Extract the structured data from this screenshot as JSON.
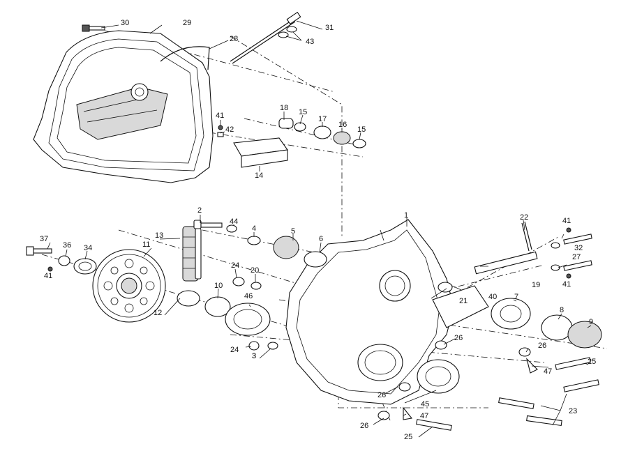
{
  "diagram": {
    "callouts": [
      {
        "id": "c1",
        "text": "1"
      },
      {
        "id": "c2",
        "text": "2"
      },
      {
        "id": "c3a",
        "text": "3"
      },
      {
        "id": "c4",
        "text": "4"
      },
      {
        "id": "c5",
        "text": "5"
      },
      {
        "id": "c6",
        "text": "6"
      },
      {
        "id": "c7",
        "text": "7"
      },
      {
        "id": "c8",
        "text": "8"
      },
      {
        "id": "c9",
        "text": "9"
      },
      {
        "id": "c10",
        "text": "10"
      },
      {
        "id": "c11",
        "text": "11"
      },
      {
        "id": "c12",
        "text": "12"
      },
      {
        "id": "c13",
        "text": "13"
      },
      {
        "id": "c14",
        "text": "14"
      },
      {
        "id": "c15a",
        "text": "15"
      },
      {
        "id": "c15b",
        "text": "15"
      },
      {
        "id": "c16",
        "text": "16"
      },
      {
        "id": "c17",
        "text": "17"
      },
      {
        "id": "c18",
        "text": "18"
      },
      {
        "id": "c19",
        "text": "19"
      },
      {
        "id": "c20",
        "text": "20"
      },
      {
        "id": "c21",
        "text": "21"
      },
      {
        "id": "c22",
        "text": "22"
      },
      {
        "id": "c23",
        "text": "23"
      },
      {
        "id": "c24a",
        "text": "24"
      },
      {
        "id": "c24b",
        "text": "24"
      },
      {
        "id": "c25a",
        "text": "25"
      },
      {
        "id": "c25b",
        "text": "25"
      },
      {
        "id": "c26a",
        "text": "26"
      },
      {
        "id": "c26b",
        "text": "26"
      },
      {
        "id": "c26c",
        "text": "26"
      },
      {
        "id": "c26d",
        "text": "26"
      },
      {
        "id": "c27",
        "text": "27"
      },
      {
        "id": "c28",
        "text": "28"
      },
      {
        "id": "c29",
        "text": "29"
      },
      {
        "id": "c30",
        "text": "30"
      },
      {
        "id": "c31",
        "text": "31"
      },
      {
        "id": "c32",
        "text": "32"
      },
      {
        "id": "c34",
        "text": "34"
      },
      {
        "id": "c36",
        "text": "36"
      },
      {
        "id": "c37",
        "text": "37"
      },
      {
        "id": "c40",
        "text": "40"
      },
      {
        "id": "c41a",
        "text": "41"
      },
      {
        "id": "c41b",
        "text": "41"
      },
      {
        "id": "c41c",
        "text": "41"
      },
      {
        "id": "c41d",
        "text": "41"
      },
      {
        "id": "c42",
        "text": "42"
      },
      {
        "id": "c43",
        "text": "43"
      },
      {
        "id": "c44",
        "text": "44"
      },
      {
        "id": "c45",
        "text": "45"
      },
      {
        "id": "c46",
        "text": "46"
      },
      {
        "id": "c47a",
        "text": "47"
      },
      {
        "id": "c47b",
        "text": "47"
      },
      {
        "id": "c3b",
        "text": "3"
      }
    ]
  }
}
